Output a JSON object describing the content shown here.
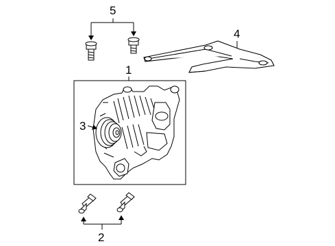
{
  "callouts": {
    "part_1": "1",
    "part_2": "2",
    "part_3": "3",
    "part_4": "4",
    "part_5": "5"
  },
  "parts": [
    {
      "id": "1",
      "name": "alternator"
    },
    {
      "id": "2",
      "name": "bolt-pair-lower"
    },
    {
      "id": "3",
      "name": "pulley"
    },
    {
      "id": "4",
      "name": "bracket"
    },
    {
      "id": "5",
      "name": "bolt-pair-upper"
    }
  ],
  "colors": {
    "line": "#000000",
    "background": "#ffffff"
  }
}
